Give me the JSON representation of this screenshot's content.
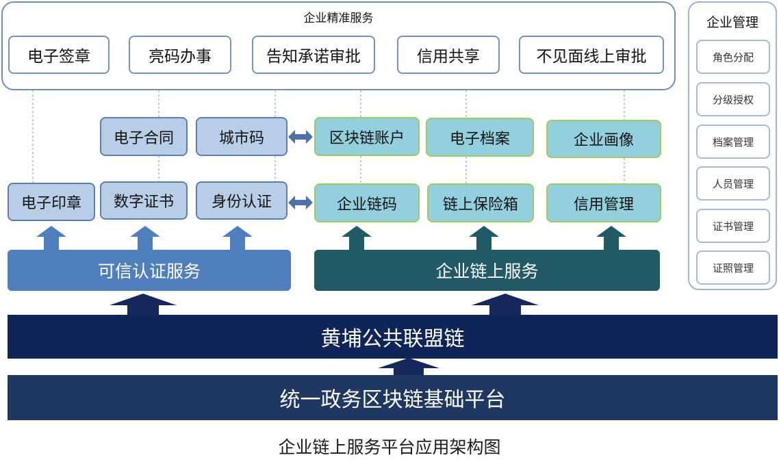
{
  "top_panel": {
    "title": "企业精准服务",
    "items": [
      "电子签章",
      "亮码办事",
      "告知承诺审批",
      "信用共享",
      "不见面线上审批"
    ]
  },
  "management": {
    "title": "企业管理",
    "items": [
      "角色分配",
      "分级授权",
      "档案管理",
      "人员管理",
      "证书管理",
      "证照管理"
    ]
  },
  "trust": {
    "upper": [
      "电子合同",
      "城市码"
    ],
    "lower": [
      "电子印章",
      "数字证书",
      "身份认证"
    ],
    "bar": "可信认证服务"
  },
  "chain": {
    "upper": [
      "区块链账户",
      "电子档案",
      "企业画像"
    ],
    "lower": [
      "企业链码",
      "链上保险箱",
      "信用管理"
    ],
    "bar": "企业链上服务"
  },
  "base": {
    "public_chain": "黄埔公共联盟链",
    "platform": "统一政务区块链基础平台"
  },
  "caption": "企业链上服务平台应用架构图",
  "colors": {
    "panel_border": "#6f8fb5",
    "trust_blue": "#4f80bd",
    "trust_box": "#b8cde6",
    "chain_teal": "#215a64",
    "chain_box": "#92d0de",
    "chain_box_border": "#a6c85e",
    "public_chain_navy": "#0f2457",
    "platform_navy": "#1e3862",
    "arrow_navy": "#16275c",
    "double_arrow": "#4f72a8"
  }
}
